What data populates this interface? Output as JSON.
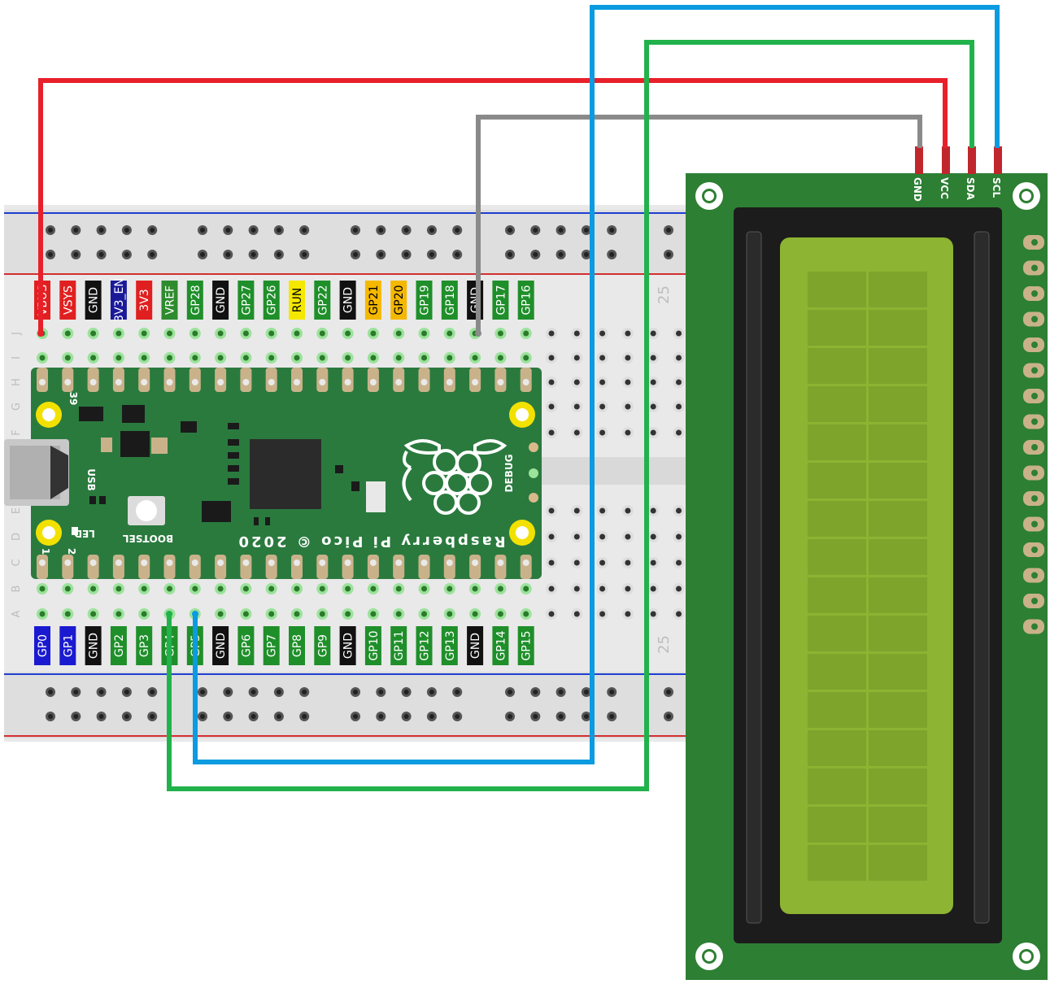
{
  "colors": {
    "wire_red": "#e8202a",
    "wire_gray": "#8a8a8a",
    "wire_green": "#22b24c",
    "wire_blue": "#0a9be0",
    "pcb_green": "#2a7a3e",
    "lcd_board": "#2d7f33",
    "lcd_screen": "#8db432",
    "breadboard": "#e6e6e6",
    "power_rail_red": "#d32f2f",
    "power_rail_blue": "#1e3fd0"
  },
  "breadboard": {
    "top_pins": [
      {
        "label": "VBUS",
        "bg": "#e02020"
      },
      {
        "label": "VSYS",
        "bg": "#e02020"
      },
      {
        "label": "GND",
        "bg": "#111111"
      },
      {
        "label": "3V3_EN",
        "bg": "#1a1a99"
      },
      {
        "label": "3V3",
        "bg": "#e02020"
      },
      {
        "label": "VREF",
        "bg": "#2e8b2e"
      },
      {
        "label": "GP28",
        "bg": "#1f8f2a"
      },
      {
        "label": "GND",
        "bg": "#111111"
      },
      {
        "label": "GP27",
        "bg": "#1f8f2a"
      },
      {
        "label": "GP26",
        "bg": "#1f8f2a"
      },
      {
        "label": "RUN",
        "bg": "#f5e800",
        "dark": true
      },
      {
        "label": "GP22",
        "bg": "#1f8f2a"
      },
      {
        "label": "GND",
        "bg": "#111111"
      },
      {
        "label": "GP21",
        "bg": "#f5b800",
        "dark": true
      },
      {
        "label": "GP20",
        "bg": "#f5b800",
        "dark": true
      },
      {
        "label": "GP19",
        "bg": "#1f8f2a"
      },
      {
        "label": "GP18",
        "bg": "#1f8f2a"
      },
      {
        "label": "GND",
        "bg": "#111111"
      },
      {
        "label": "GP17",
        "bg": "#1f8f2a"
      },
      {
        "label": "GP16",
        "bg": "#1f8f2a"
      }
    ],
    "bottom_pins": [
      {
        "label": "GP0",
        "bg": "#1a1ad0"
      },
      {
        "label": "GP1",
        "bg": "#1a1ad0"
      },
      {
        "label": "GND",
        "bg": "#111111"
      },
      {
        "label": "GP2",
        "bg": "#1f8f2a"
      },
      {
        "label": "GP3",
        "bg": "#1f8f2a"
      },
      {
        "label": "GP4",
        "bg": "#1f8f2a"
      },
      {
        "label": "GP5",
        "bg": "#1f8f2a"
      },
      {
        "label": "GND",
        "bg": "#111111"
      },
      {
        "label": "GP6",
        "bg": "#1f8f2a"
      },
      {
        "label": "GP7",
        "bg": "#1f8f2a"
      },
      {
        "label": "GP8",
        "bg": "#1f8f2a"
      },
      {
        "label": "GP9",
        "bg": "#1f8f2a"
      },
      {
        "label": "GND",
        "bg": "#111111"
      },
      {
        "label": "GP10",
        "bg": "#1f8f2a"
      },
      {
        "label": "GP11",
        "bg": "#1f8f2a"
      },
      {
        "label": "GP12",
        "bg": "#1f8f2a"
      },
      {
        "label": "GP13",
        "bg": "#1f8f2a"
      },
      {
        "label": "GND",
        "bg": "#111111"
      },
      {
        "label": "GP14",
        "bg": "#1f8f2a"
      },
      {
        "label": "GP15",
        "bg": "#1f8f2a"
      }
    ],
    "row_letters_top": [
      "J",
      "I",
      "H",
      "G",
      "F"
    ],
    "row_letters_bottom": [
      "E",
      "D",
      "C",
      "B",
      "A"
    ],
    "column_number": "25"
  },
  "pico": {
    "brand": "Raspberry Pi Pico © 2020",
    "usb_label": "USB",
    "led_label": "LED",
    "bootsel_label": "BOOTSEL",
    "debug_label": "DEBUG",
    "pin_39": "39",
    "pin_1": "1",
    "pin_2": "2"
  },
  "lcd": {
    "pins": [
      "GND",
      "VCC",
      "SDA",
      "SCL"
    ],
    "rows": 16,
    "cols": 2
  }
}
